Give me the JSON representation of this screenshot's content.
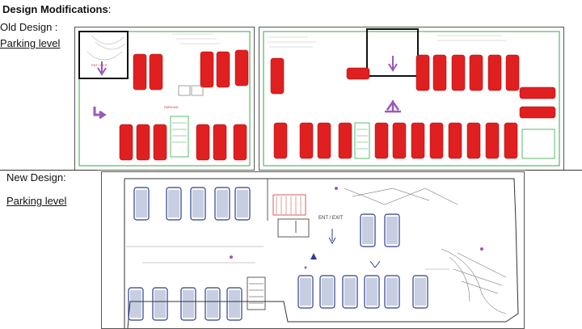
{
  "heading": {
    "title": "Design Modifications",
    "colon": ":"
  },
  "old_design": {
    "label": "Old Design :",
    "sublabel": "Parking level"
  },
  "new_design": {
    "label": "New Design:",
    "sublabel": "Parking level",
    "entry_exit_label": "ENT / EXIT"
  },
  "colors": {
    "old_car": "#e02020",
    "new_car": "#2a3f8f",
    "boundary_green": "#33aa44",
    "highlight_box": "#111111",
    "arrow_purple": "#9b59b6"
  }
}
